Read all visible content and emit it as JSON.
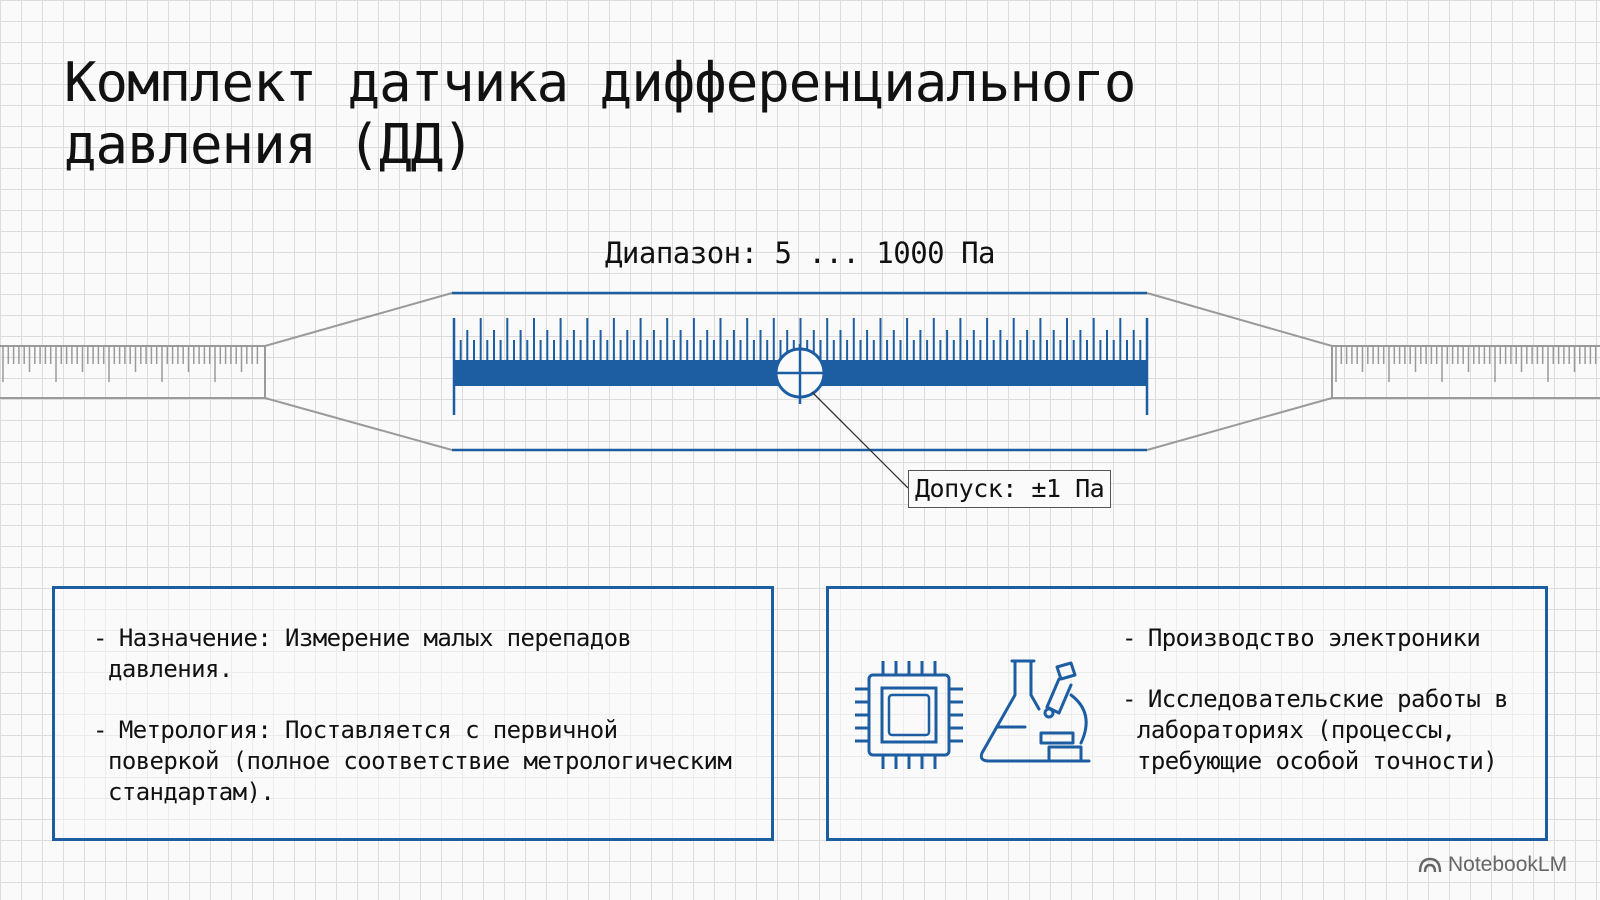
{
  "slide": {
    "title_line1": "Комплект датчика дифференциального",
    "title_line2": "давления (ДД)"
  },
  "diagram": {
    "range_label": "Диапазон: 5 ... 1000 Па",
    "tolerance_label": "Допуск: ±1 Па",
    "accent_color": "#1d5ea3"
  },
  "left_panel": {
    "bullets": [
      "Назначение: Измерение малых перепадов давления.",
      "Метрология: Поставляется с первичной поверкой (полное соответствие метрологическим стандартам)."
    ]
  },
  "right_panel": {
    "icons": [
      "microchip-icon",
      "lab-flask-microscope-icon"
    ],
    "bullets": [
      "Производство электроники",
      "Исследовательские работы в лабораториях (процессы, требующие особой точности)"
    ]
  },
  "footer": {
    "brand": "NotebookLM",
    "brand_icon": "notebooklm-logo-icon"
  }
}
